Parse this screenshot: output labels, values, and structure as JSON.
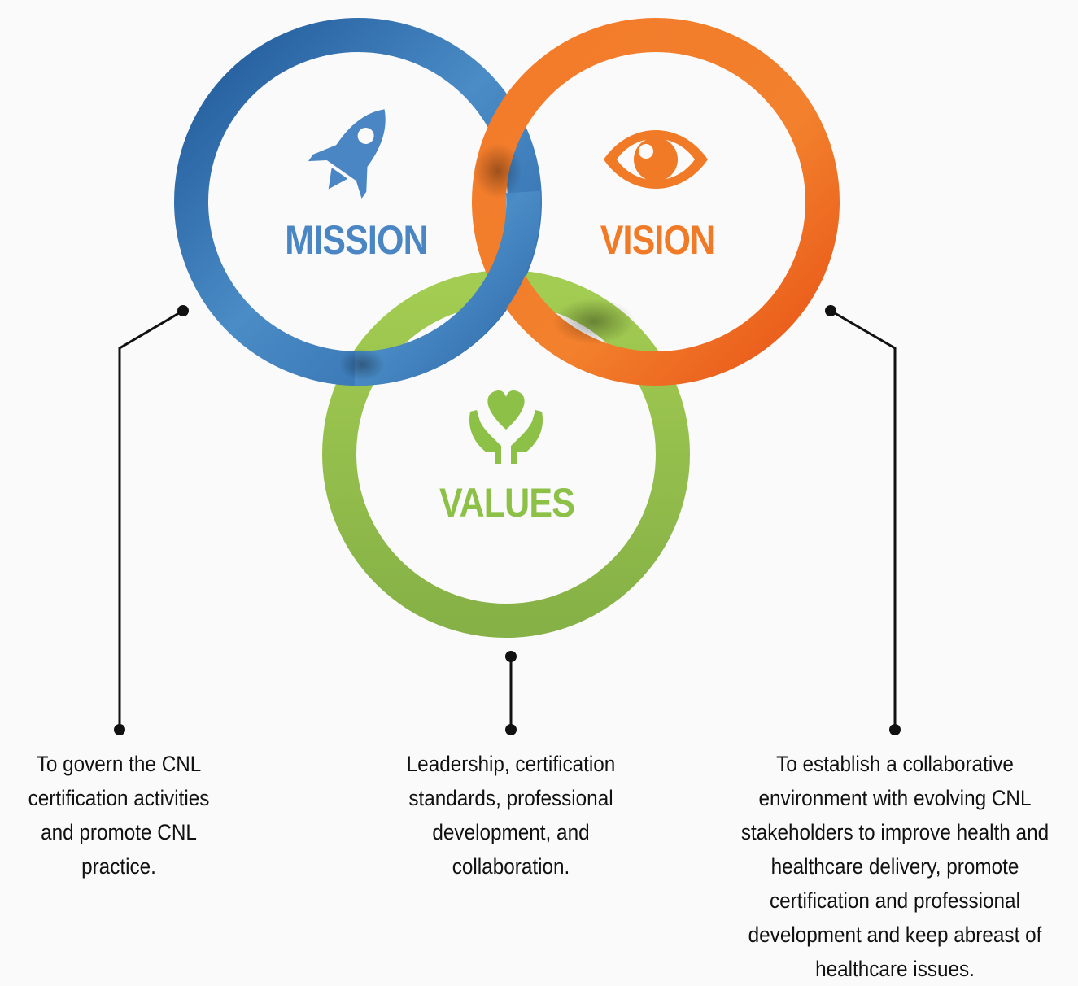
{
  "colors": {
    "mission": "#4a86c3",
    "vision": "#f07a26",
    "values": "#8dc047",
    "connector": "#111111",
    "background": "#fafafa"
  },
  "mission": {
    "title": "MISSION",
    "icon": "rocket-icon",
    "description": "To govern the CNL certification activities and promote CNL practice."
  },
  "vision": {
    "title": "VISION",
    "icon": "eye-icon",
    "description": "To establish a collaborative environment with evolving CNL stakeholders to improve health and healthcare delivery, promote certification and professional development and keep abreast of healthcare issues."
  },
  "values": {
    "title": "VALUES",
    "icon": "heart-hands-icon",
    "description": "Leadership, certification standards, professional development, and collaboration."
  }
}
